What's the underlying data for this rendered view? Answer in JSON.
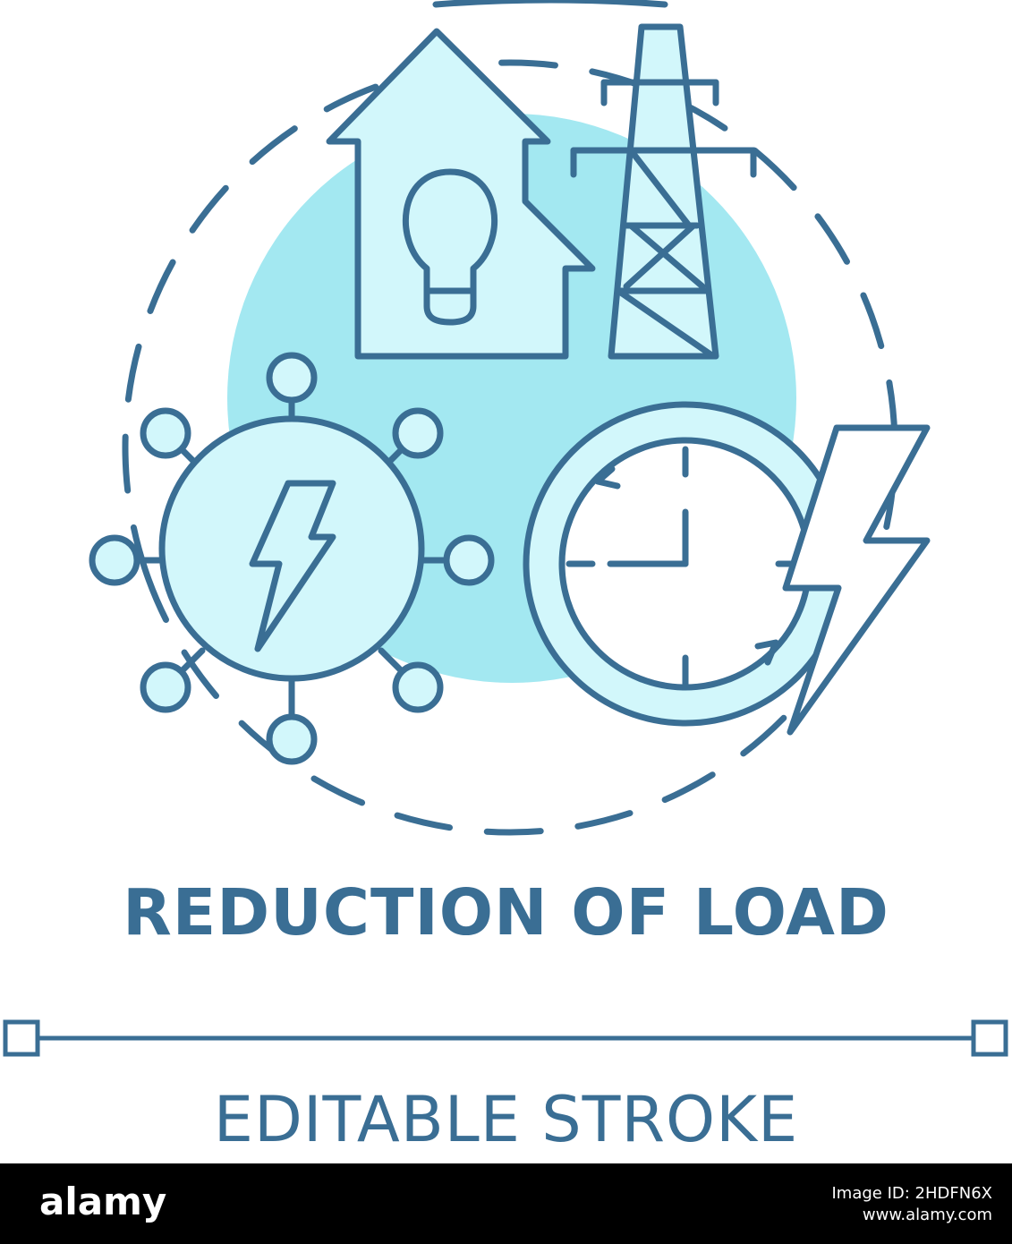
{
  "title": "REDUCTION OF LOAD",
  "subtitle": "EDITABLE STROKE",
  "footer": {
    "logo": "alamy",
    "image_id_label": "Image ID: 2HDFN6X",
    "url": "www.alamy.com"
  },
  "colors": {
    "stroke": "#3a6e94",
    "fill_light": "#d2f7fb",
    "fill_blob": "#a3e8f1",
    "footer_bg": "#000000"
  },
  "icons": [
    "house-icon",
    "light-bulb-icon",
    "power-tower-icon",
    "network-hub-icon",
    "lightning-icon",
    "clock-icon",
    "cycle-arrow-icon"
  ]
}
